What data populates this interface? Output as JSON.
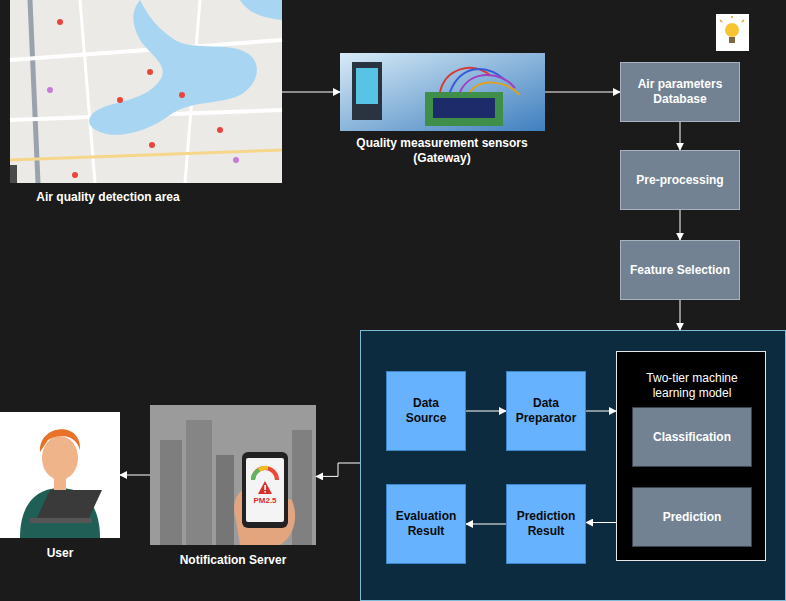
{
  "diagram": {
    "nodes": [
      {
        "text": [
          "Air quality detection area"
        ]
      },
      {
        "text": [
          "Quality measurement sensors (Gateway)"
        ]
      },
      {
        "text": [
          "Air parameters Database"
        ]
      },
      {
        "text": [
          "Pre-processing"
        ]
      },
      {
        "text": [
          "Feature Selection"
        ]
      },
      {
        "text": []
      },
      {
        "text": [
          "Data Source"
        ],
        "in": 5
      },
      {
        "text": [
          "Data Preparator"
        ],
        "in": 5
      },
      {
        "text": [
          "Two-tier machine learning model"
        ],
        "in": 5
      },
      {
        "text": [
          "Classification"
        ],
        "in": 8
      },
      {
        "text": [
          "Prediction"
        ],
        "in": 8
      },
      {
        "text": [
          "Evaluation Result"
        ],
        "in": 5
      },
      {
        "text": [
          "Prediction Result"
        ],
        "in": 5
      },
      {
        "text": [
          "Notification Server"
        ]
      },
      {
        "text": [
          "User"
        ]
      }
    ],
    "edges": [
      {
        "from": 0,
        "to": 1,
        "arrow": "to"
      },
      {
        "from": 1,
        "to": 2,
        "arrow": "to"
      },
      {
        "from": 2,
        "to": 3,
        "arrow": "to"
      },
      {
        "from": 3,
        "to": 4,
        "arrow": "to"
      },
      {
        "from": 4,
        "to": 5,
        "arrow": "to"
      },
      {
        "from": 6,
        "to": 7,
        "arrow": "to"
      },
      {
        "from": 7,
        "to": 8,
        "arrow": "to"
      },
      {
        "from": 8,
        "to": 12,
        "arrow": "to"
      },
      {
        "from": 12,
        "to": 11,
        "arrow": "to"
      },
      {
        "from": 5,
        "to": 13,
        "arrow": "to"
      },
      {
        "from": 13,
        "to": 14,
        "arrow": "to"
      }
    ],
    "labels": [
      "PM2.5"
    ]
  }
}
